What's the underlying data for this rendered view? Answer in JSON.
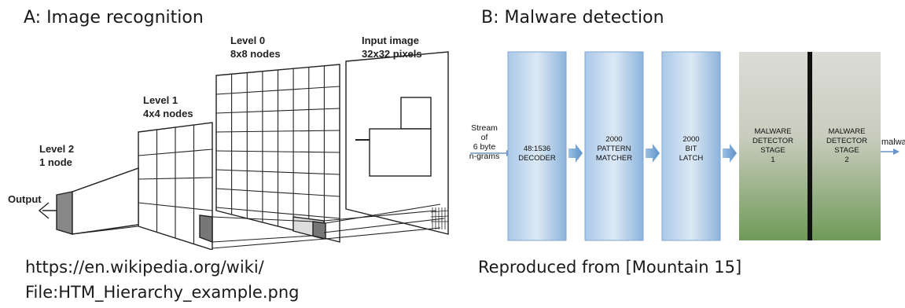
{
  "panel_a": {
    "title": "A: Image recognition",
    "levels": {
      "input_title": "Input image",
      "input_sub": "32x32 pixels",
      "level0_title": "Level 0",
      "level0_sub": "8x8 nodes",
      "level1_title": "Level 1",
      "level1_sub": "4x4 nodes",
      "level2_title": "Level 2",
      "level2_sub": "1 node",
      "output": "Output"
    },
    "caption_line1": "https://en.wikipedia.org/wiki/",
    "caption_line2": "File:HTM_Hierarchy_example.png"
  },
  "panel_b": {
    "title": "B: Malware detection",
    "input_label": [
      "Stream",
      "of",
      "6 byte",
      "n-grams"
    ],
    "blocks": [
      {
        "lines": [
          "48:1536",
          "DECODER"
        ]
      },
      {
        "lines": [
          "2000",
          "PATTERN",
          "MATCHER"
        ]
      },
      {
        "lines": [
          "2000",
          "BIT",
          "LATCH"
        ]
      },
      {
        "lines": [
          "MALWARE",
          "DETECTOR",
          "STAGE",
          "1"
        ]
      },
      {
        "lines": [
          "MALWARE",
          "DETECTOR",
          "STAGE",
          "2"
        ]
      }
    ],
    "output_label": "malware?",
    "caption": "Reproduced from [Mountain 15]"
  }
}
